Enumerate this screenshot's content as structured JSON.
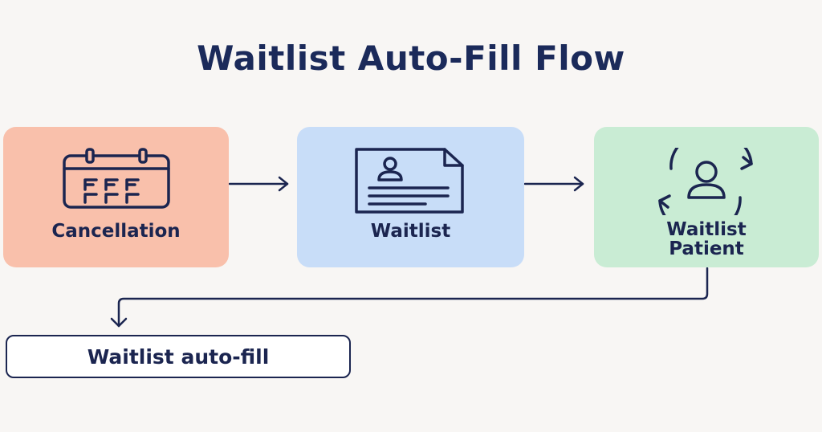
{
  "title": "Waitlist Auto-Fill Flow",
  "nodes": [
    {
      "label": "Cancellation",
      "icon": "calendar-icon",
      "color": "#f9c0ab"
    },
    {
      "label": "Waitlist",
      "icon": "document-person-icon",
      "color": "#c8ddf8"
    },
    {
      "label": "Waitlist\nPatient",
      "icon": "person-cycle-icon",
      "color": "#c9ecd4"
    }
  ],
  "result": {
    "label": "Waitlist auto-fill",
    "color": "#ffffff"
  },
  "colors": {
    "ink": "#1b2550",
    "background": "#f8f6f4"
  }
}
